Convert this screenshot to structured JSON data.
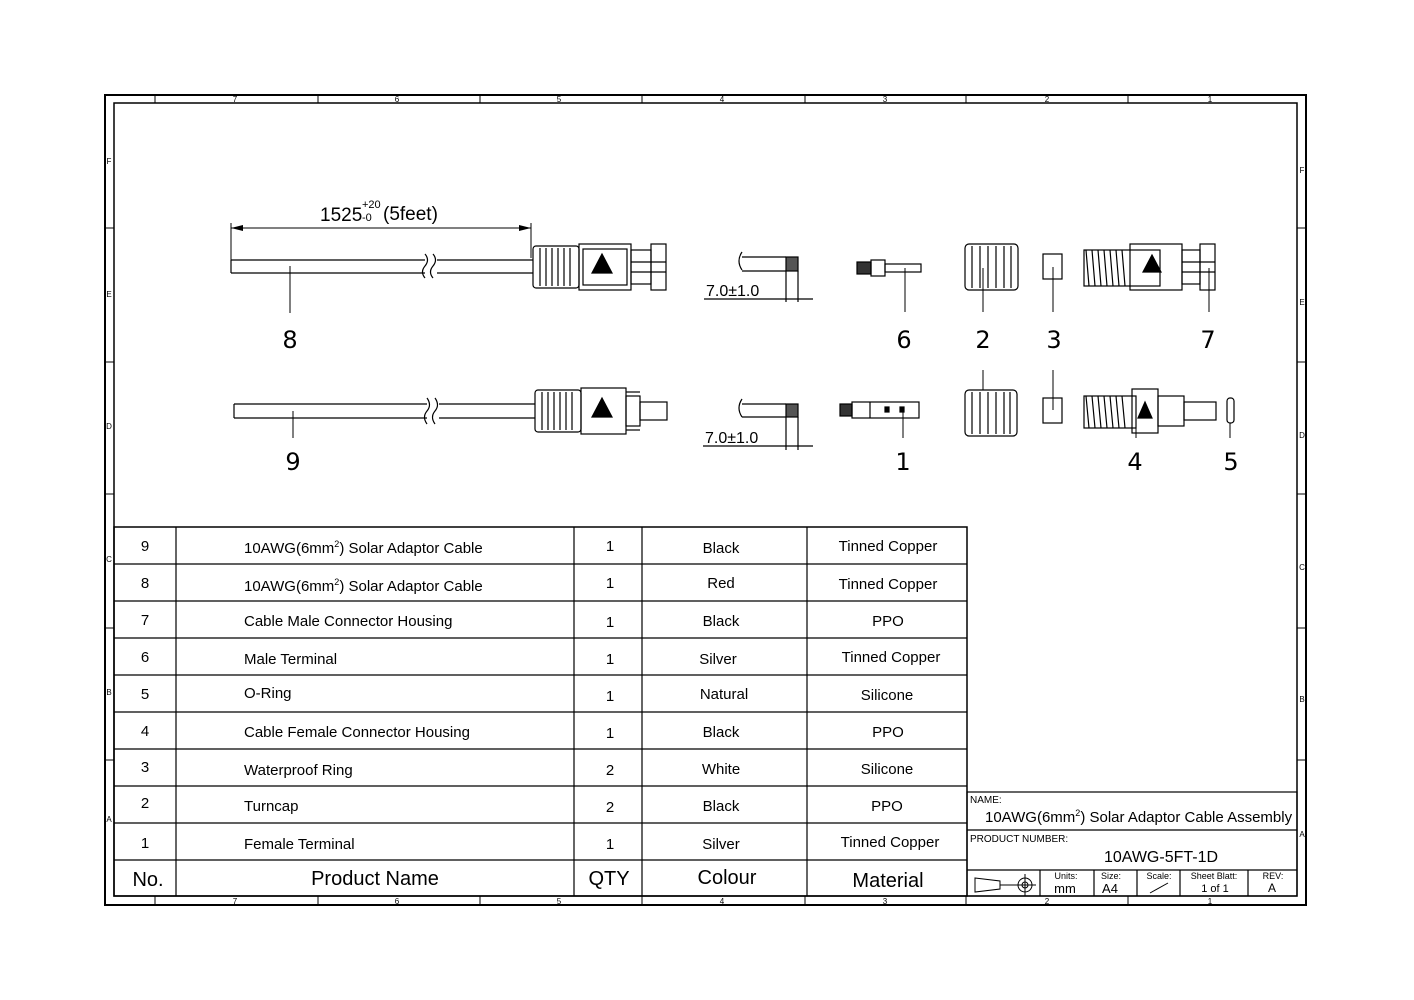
{
  "frame": {
    "col_labels": [
      "7",
      "6",
      "5",
      "4",
      "3",
      "2",
      "1"
    ],
    "row_labels": [
      "F",
      "E",
      "D",
      "C",
      "B",
      "A"
    ]
  },
  "dimensions": {
    "cable_length": {
      "value": "1525",
      "plus": "+20",
      "minus": "-0",
      "note": "(5feet)"
    },
    "strip_top": "7.0±1.0",
    "strip_bottom": "7.0±1.0"
  },
  "callouts": {
    "c8": "8",
    "c6": "6",
    "c2": "2",
    "c3": "3",
    "c7": "7",
    "c9": "9",
    "c1": "1",
    "c4": "4",
    "c5": "5"
  },
  "bom": {
    "headers": {
      "no": "No.",
      "name": "Product Name",
      "qty": "QTY",
      "colour": "Colour",
      "material": "Material"
    },
    "rows": [
      {
        "no": "9",
        "name_a": "10AWG(6mm",
        "sup": "2",
        "name_b": ") Solar Adaptor Cable",
        "qty": "1",
        "colour": "Black",
        "material": "Tinned Copper"
      },
      {
        "no": "8",
        "name_a": "10AWG(6mm",
        "sup": "2",
        "name_b": ") Solar Adaptor Cable",
        "qty": "1",
        "colour": "Red",
        "material": "Tinned Copper"
      },
      {
        "no": "7",
        "name_a": "Cable Male Connector Housing",
        "sup": "",
        "name_b": "",
        "qty": "1",
        "colour": "Black",
        "material": "PPO"
      },
      {
        "no": "6",
        "name_a": "Male Terminal",
        "sup": "",
        "name_b": "",
        "qty": "1",
        "colour": "Silver",
        "material": "Tinned Copper"
      },
      {
        "no": "5",
        "name_a": "O-Ring",
        "sup": "",
        "name_b": "",
        "qty": "1",
        "colour": "Natural",
        "material": "Silicone"
      },
      {
        "no": "4",
        "name_a": "Cable Female Connector Housing",
        "sup": "",
        "name_b": "",
        "qty": "1",
        "colour": "Black",
        "material": "PPO"
      },
      {
        "no": "3",
        "name_a": "Waterproof Ring",
        "sup": "",
        "name_b": "",
        "qty": "2",
        "colour": "White",
        "material": "Silicone"
      },
      {
        "no": "2",
        "name_a": "Turncap",
        "sup": "",
        "name_b": "",
        "qty": "2",
        "colour": "Black",
        "material": "PPO"
      },
      {
        "no": "1",
        "name_a": "Female Terminal",
        "sup": "",
        "name_b": "",
        "qty": "1",
        "colour": "Silver",
        "material": "Tinned Copper"
      }
    ]
  },
  "title_block": {
    "name_label": "NAME:",
    "name_a": "10AWG(6mm",
    "name_sup": "2",
    "name_b": ") Solar Adaptor Cable Assembly",
    "product_number_label": "PRODUCT NUMBER:",
    "product_number": "10AWG-5FT-1D",
    "units_label": "Units:",
    "units": "mm",
    "size_label": "Size:",
    "size": "A4",
    "scale_label": "Scale:",
    "sheet_label": "Sheet Blatt:",
    "sheet": "1 of 1",
    "rev_label": "REV:",
    "rev": "A"
  }
}
